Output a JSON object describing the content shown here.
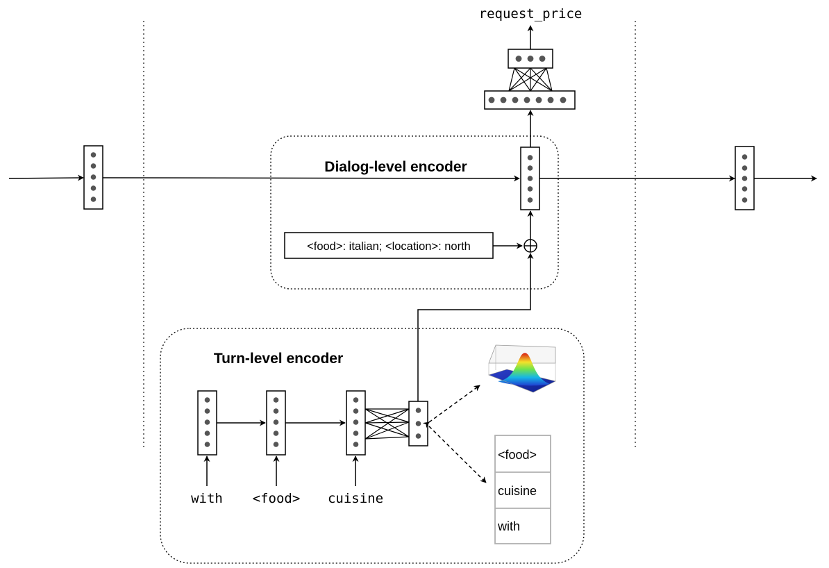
{
  "output_label": "request_price",
  "dialog_encoder": {
    "title": "Dialog-level encoder",
    "slot_context": "<food>: italian; <location>: north",
    "combine_symbol": "⊕"
  },
  "turn_encoder": {
    "title": "Turn-level encoder",
    "inputs": [
      "with",
      "<food>",
      "cuisine"
    ]
  },
  "attention_list": [
    "<food>",
    "cuisine",
    "with"
  ],
  "icons": {
    "distribution_plot": "gaussian-surface-plot-icon",
    "combine": "circle-plus-icon"
  },
  "colors": {
    "stroke": "#000000",
    "dot": "#555555",
    "divider": "#333333",
    "table_border": "#b0b0b0"
  }
}
